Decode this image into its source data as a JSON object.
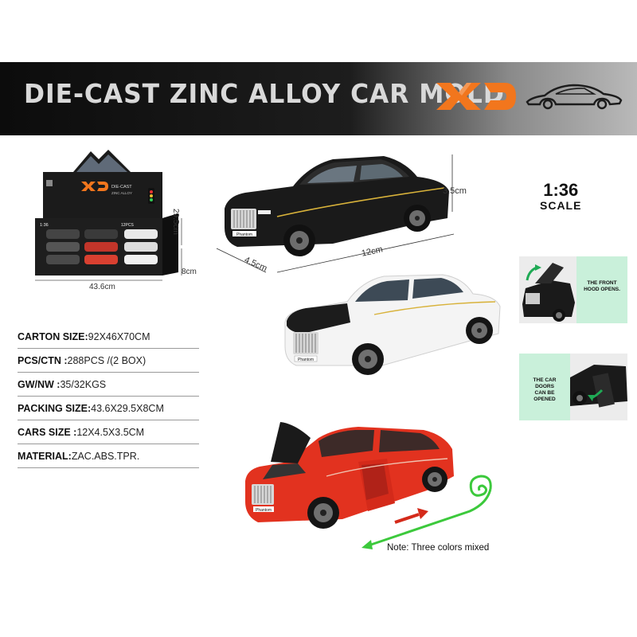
{
  "header": {
    "title": "DIE-CAST ZINC ALLOY CAR MOLD",
    "brand": "XD"
  },
  "display_box": {
    "brand": "XD",
    "sub1": "DIE-CAST",
    "sub2": "ZINC ALLOY",
    "scale": "1:36",
    "count": "12PCS",
    "width_label": "43.6cm",
    "depth_label": "29.5cm",
    "height_label": "8cm"
  },
  "car_dimensions": {
    "length": "12cm",
    "width": "4.5cm",
    "height": "3.5cm"
  },
  "scale": {
    "ratio": "1:36",
    "word": "SCALE"
  },
  "specs": [
    {
      "label": "CARTON SIZE:",
      "value": "92X46X70CM"
    },
    {
      "label": "PCS/CTN :",
      "value": "288PCS /(2 BOX)"
    },
    {
      "label": "GW/NW :",
      "value": " 35/32KGS"
    },
    {
      "label": "PACKING SIZE:",
      "value": "43.6X29.5X8CM"
    },
    {
      "label": "CARS SIZE :",
      "value": " 12X4.5X3.5CM"
    },
    {
      "label": "MATERIAL:",
      "value": " ZAC.ABS.TPR."
    }
  ],
  "features": {
    "hood": [
      "THE FRONT",
      "HOOD OPENS."
    ],
    "doors": [
      "THE CAR",
      "DOORS",
      "CAN BE",
      "OPENED"
    ]
  },
  "plate": "Phantom",
  "note": "Note: Three colors mixed",
  "colors": {
    "brand_orange": "#f2761d",
    "car_black": "#1a1a1a",
    "car_white": "#f4f4f4",
    "car_red": "#e2321f",
    "feature_green": "#c9f0da"
  }
}
